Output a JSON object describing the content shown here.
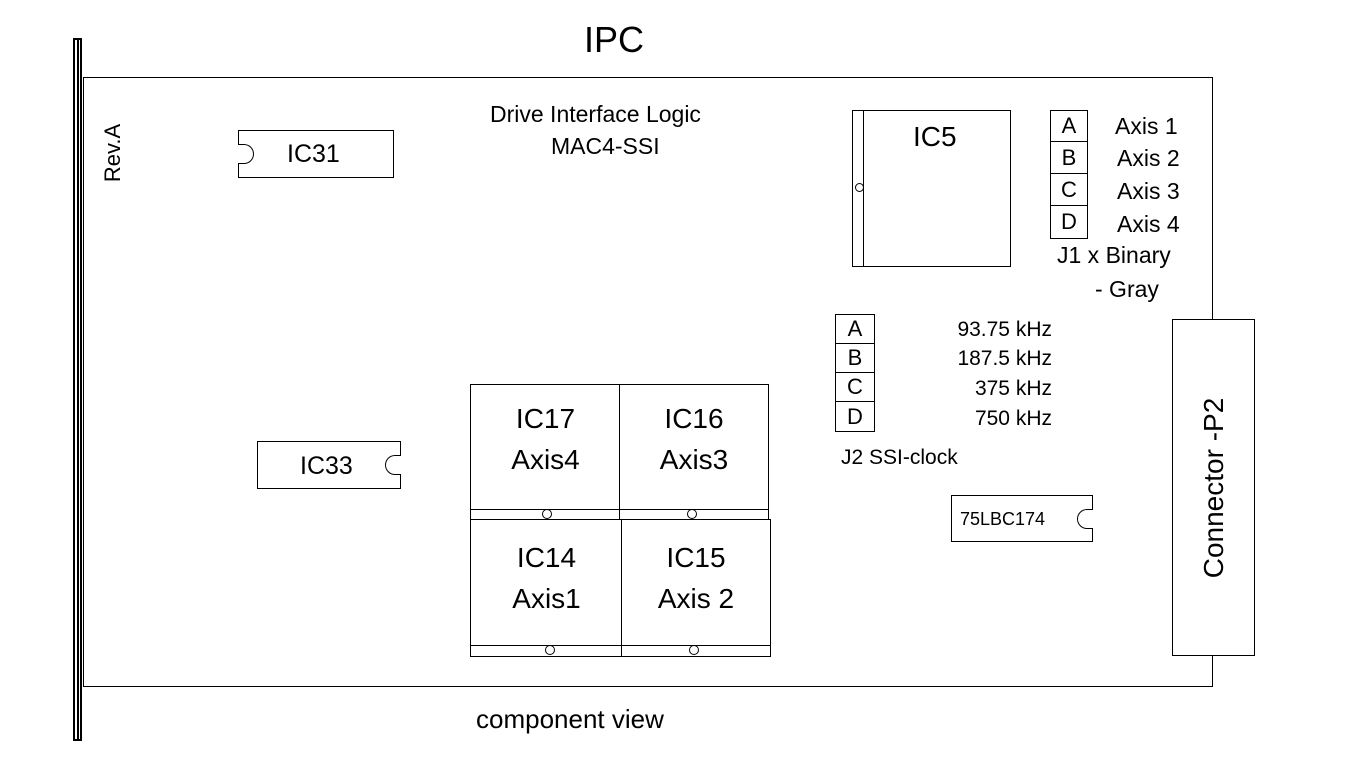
{
  "title": "IPC",
  "caption": "component view",
  "revision": "Rev.A",
  "board_heading": {
    "line1": "Drive Interface Logic",
    "line2": "MAC4-SSI"
  },
  "ic31": "IC31",
  "ic33": "IC33",
  "ic5": "IC5",
  "line_driver": "75LBC174",
  "connector": "Connector -P2",
  "axis_chips": [
    {
      "ic": "IC17",
      "axis": "Axis4"
    },
    {
      "ic": "IC16",
      "axis": "Axis3"
    },
    {
      "ic": "IC14",
      "axis": "Axis1"
    },
    {
      "ic": "IC15",
      "axis": "Axis 2"
    }
  ],
  "j1": {
    "letters": [
      "A",
      "B",
      "C",
      "D"
    ],
    "labels": [
      "Axis 1",
      "Axis 2",
      "Axis 3",
      "Axis 4"
    ],
    "caption_line1": "J1 x Binary",
    "caption_line2": "- Gray"
  },
  "j2": {
    "letters": [
      "A",
      "B",
      "C",
      "D"
    ],
    "labels": [
      "93.75 kHz",
      "187.5 kHz",
      "375 kHz",
      "750 kHz"
    ],
    "caption": "J2 SSI-clock"
  }
}
